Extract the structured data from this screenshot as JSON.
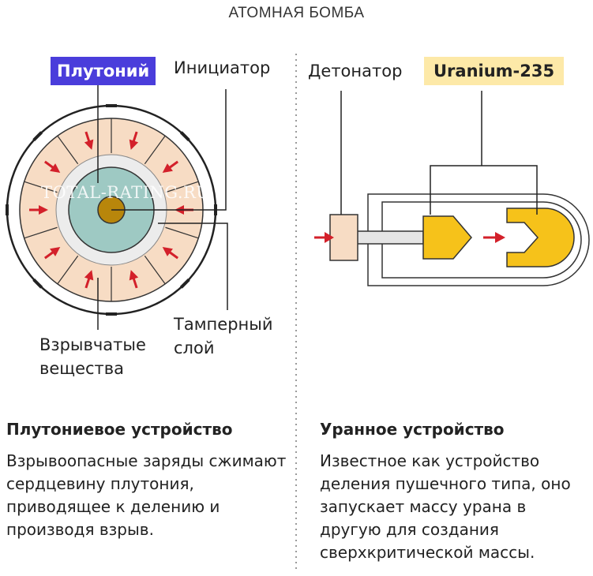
{
  "title": "АТОМНАЯ БОМБА",
  "watermark": "TOTAL-RATING.RU",
  "left": {
    "tag": "Плутоний",
    "initiator": "Инициатор",
    "tamper_line1": "Тамперный",
    "tamper_line2": "слой",
    "explosives_line1": "Взрывчатые",
    "explosives_line2": "вещества",
    "heading": "Плутониевое устройство",
    "description": "Взрывоопасные заряды сжимают сердцевину плутония, приводящее к делению и производя взрыв."
  },
  "right": {
    "detonator": "Детонатор",
    "tag": "Uranium-235",
    "heading": "Уранное устройство",
    "description": "Известное как устройство деления пушечного типа, оно запускает массу урана в другую для создания сверхкритической массы."
  },
  "colors": {
    "plutonium_tag": "#4a3ddb",
    "uranium_tag": "#fde9a8",
    "explosive_fill": "#f7dcc4",
    "core_teal": "#9ec9c3",
    "core_center": "#b8860b",
    "uranium_fill": "#f6c21a",
    "arrow_red": "#d3202a"
  }
}
